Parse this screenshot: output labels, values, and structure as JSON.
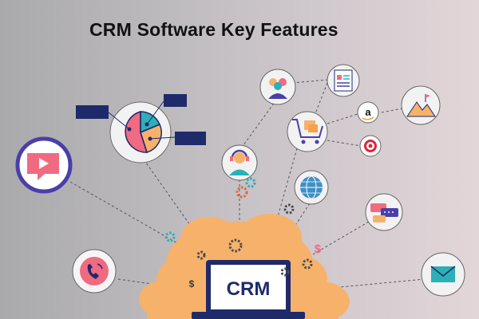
{
  "title": "CRM Software Key Features",
  "center_label": "CRM",
  "icons": {
    "video": "video-play-icon",
    "phone": "phone-icon",
    "pie": "pie-chart-icon",
    "support": "support-agent-icon",
    "team": "team-icon",
    "report": "report-document-icon",
    "cart": "shopping-cart-icon",
    "amazon": "amazon-logo-icon",
    "target": "target-logo-icon",
    "landscape": "landscape-image-icon",
    "globe": "globe-icon",
    "chat": "chat-bubbles-icon",
    "mail": "mail-icon",
    "gear": "gear-icon",
    "dollar": "dollar-icon"
  },
  "amazon_glyph": "a",
  "colors": {
    "cloud": "#f6b26b",
    "navy": "#1f2a6b",
    "pink": "#f06a82",
    "blue": "#3f8fc6",
    "purple": "#4a3fa8",
    "teal": "#2bb0b8"
  }
}
